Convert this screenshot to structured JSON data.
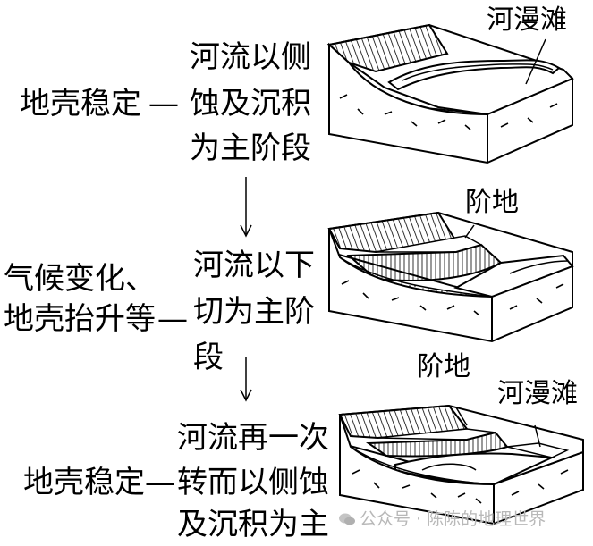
{
  "stage1": {
    "cause": "地壳稳定",
    "dash": "—",
    "process_lines": [
      "河流以侧",
      "蚀及沉积",
      "为主阶段"
    ],
    "label": "河漫滩"
  },
  "stage2": {
    "cause_lines": [
      "气候变化、",
      "地壳抬升等"
    ],
    "dash": "—",
    "process_lines": [
      "河流以下",
      "切为主阶",
      "段"
    ],
    "label": "阶地"
  },
  "stage3": {
    "cause": "地壳稳定",
    "dash": "—",
    "process_lines": [
      "河流再一次",
      "转而以侧蚀",
      "及沉积为主"
    ],
    "labels": [
      "阶地",
      "河漫滩"
    ]
  },
  "watermark": "公众号 · 陈陈的地理世界",
  "colors": {
    "ink": "#000000",
    "paper": "#ffffff",
    "watermark": "#b8b8b8"
  }
}
